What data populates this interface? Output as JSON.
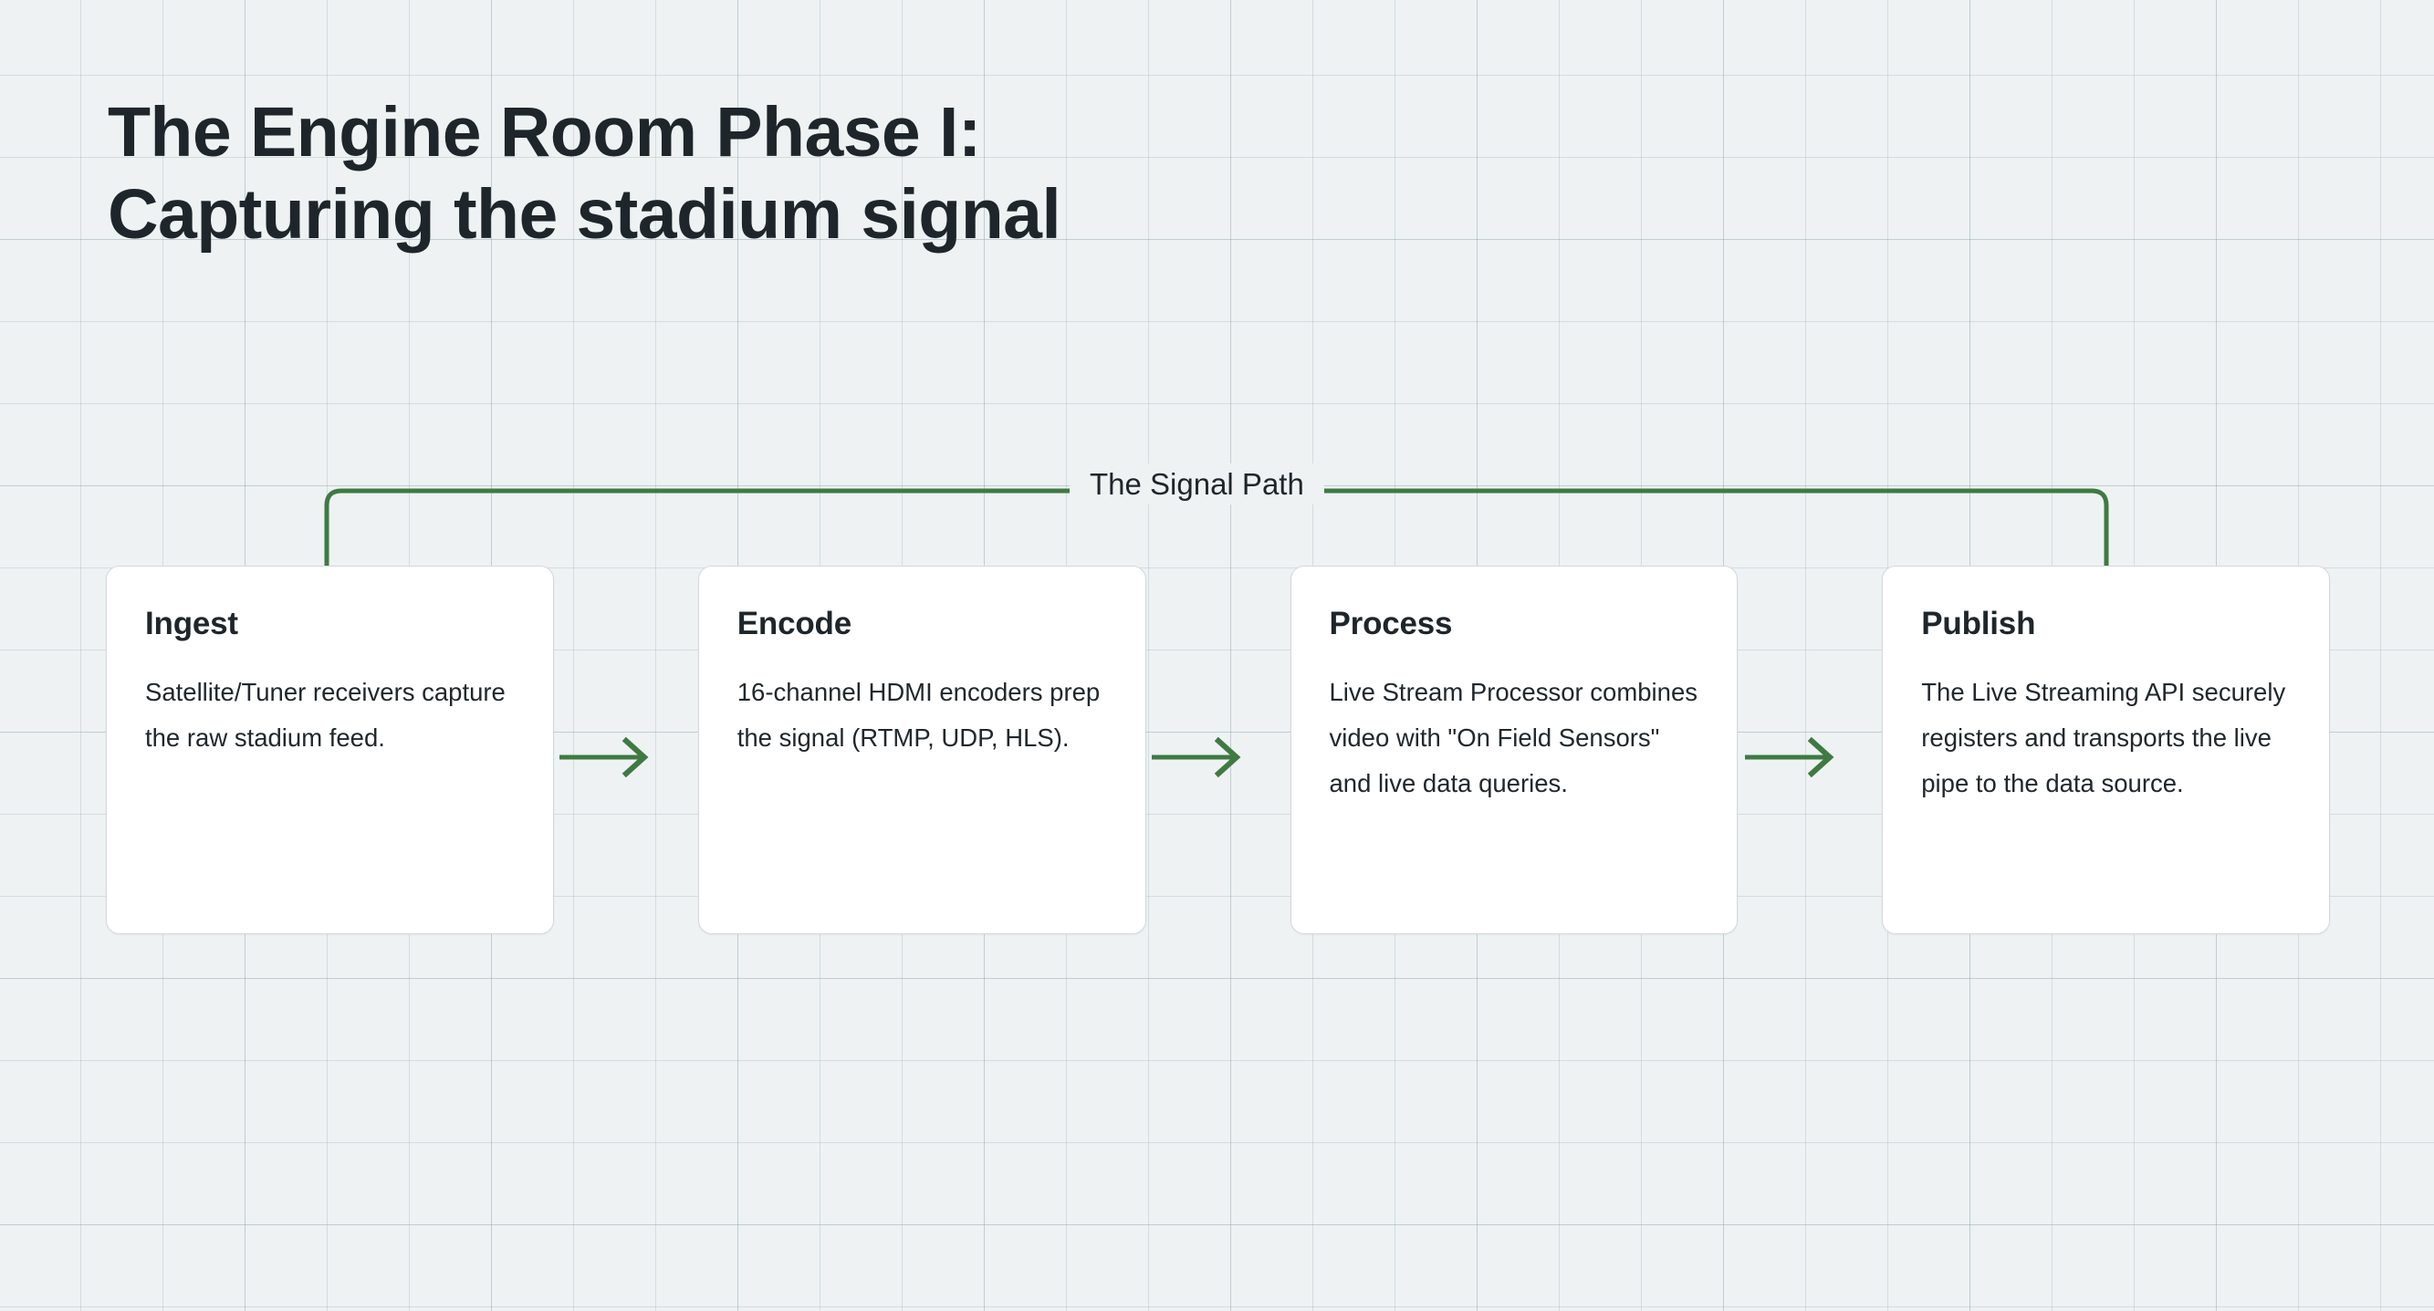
{
  "page": {
    "title_line_1": "The Engine Room Phase I:",
    "title_line_2": "Capturing the stadium signal",
    "background_color": "#eef2f3",
    "accent_color": "#3f7a42",
    "text_color": "#1e262b"
  },
  "signal_path": {
    "label": "The Signal Path",
    "line_color": "#3f7a42"
  },
  "flow": {
    "arrow_color": "#3f7a42",
    "arrows": [
      {
        "name": "arrow-ingest-to-encode"
      },
      {
        "name": "arrow-encode-to-process"
      },
      {
        "name": "arrow-process-to-publish"
      }
    ],
    "cards": [
      {
        "id": "ingest",
        "title": "Ingest",
        "body": "Satellite/Tuner receivers capture the raw stadium feed."
      },
      {
        "id": "encode",
        "title": "Encode",
        "body": "16-channel HDMI encoders prep the signal (RTMP, UDP, HLS)."
      },
      {
        "id": "process",
        "title": "Process",
        "body": "Live Stream Processor combines video with \"On Field Sensors\" and live data queries."
      },
      {
        "id": "publish",
        "title": "Publish",
        "body": "The Live Streaming API securely registers and transports the live pipe to the data source."
      }
    ]
  }
}
